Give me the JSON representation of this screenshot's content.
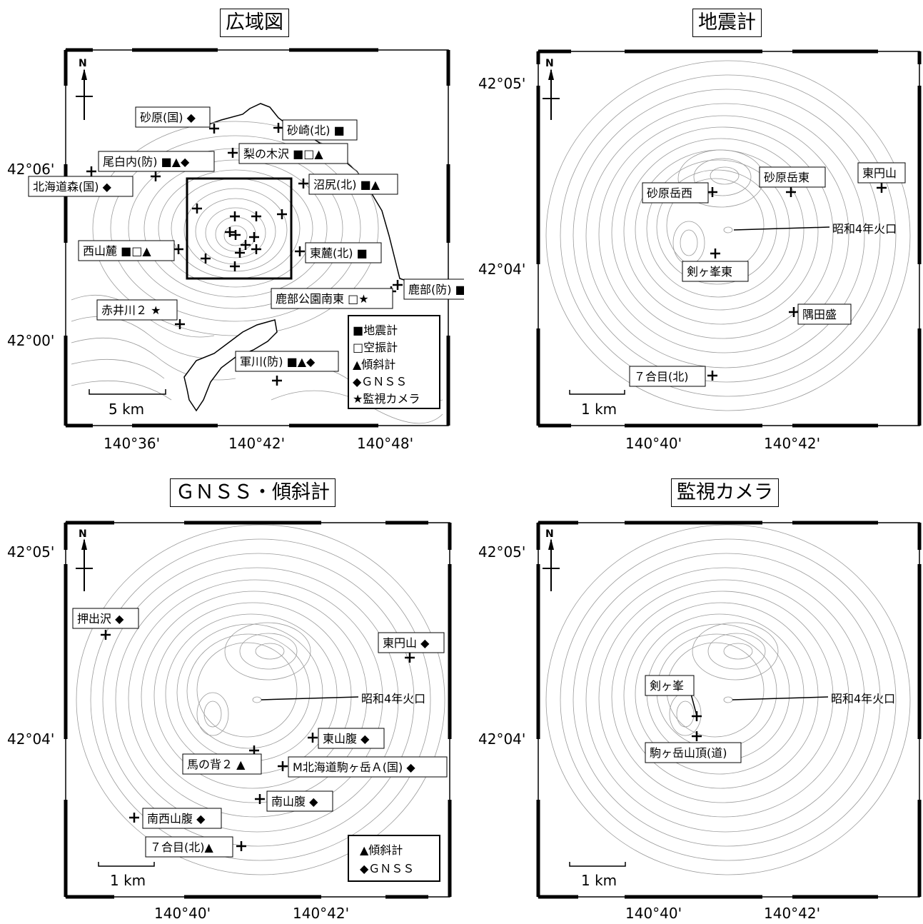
{
  "panels": [
    {
      "title": "広域図",
      "lat_labels": [
        "42°06'",
        "42°00'"
      ],
      "lon_labels": [
        "140°36'",
        "140°42'",
        "140°48'"
      ],
      "scale_bar": "5 km",
      "north_label": "N",
      "stations": [
        {
          "label": "砂原(国) ◆"
        },
        {
          "label": "砂崎(北) ■"
        },
        {
          "label": "梨の木沢 ■□▲"
        },
        {
          "label": "尾白内(防) ■▲◆"
        },
        {
          "label": "北海道森(国) ◆"
        },
        {
          "label": "沼尻(北) ■▲"
        },
        {
          "label": "西山麓 ■□▲"
        },
        {
          "label": "東麓(北) ■"
        },
        {
          "label": "鹿部(防) ■▲◆"
        },
        {
          "label": "鹿部公園南東 □★"
        },
        {
          "label": "赤井川２ ★"
        },
        {
          "label": "軍川(防) ■▲◆"
        }
      ],
      "legend": [
        "■地震計",
        "□空振計",
        "▲傾斜計",
        "◆ＧＮＳＳ",
        "★監視カメラ"
      ]
    },
    {
      "title": "地震計",
      "lat_labels": [
        "42°05'",
        "42°04'"
      ],
      "lon_labels": [
        "140°40'",
        "140°42'"
      ],
      "scale_bar": "1 km",
      "north_label": "N",
      "stations": [
        {
          "label": "砂原岳西"
        },
        {
          "label": "砂原岳東"
        },
        {
          "label": "東円山"
        },
        {
          "label": "剣ヶ峯東"
        },
        {
          "label": "隅田盛"
        },
        {
          "label": "７合目(北)"
        }
      ],
      "crater_label": "昭和4年火口"
    },
    {
      "title": "ＧＮＳＳ・傾斜計",
      "lat_labels": [
        "42°05'",
        "42°04'"
      ],
      "lon_labels": [
        "140°40'",
        "140°42'"
      ],
      "scale_bar": "1 km",
      "north_label": "N",
      "stations": [
        {
          "label": "押出沢 ◆"
        },
        {
          "label": "東円山 ◆"
        },
        {
          "label": "東山腹 ◆"
        },
        {
          "label": "馬の背２ ▲"
        },
        {
          "label": "M北海道駒ヶ岳Ａ(国) ◆"
        },
        {
          "label": "南山腹 ◆"
        },
        {
          "label": "南西山腹 ◆"
        },
        {
          "label": "７合目(北)▲"
        }
      ],
      "crater_label": "昭和4年火口",
      "legend": [
        "▲傾斜計",
        "◆ＧＮＳＳ"
      ]
    },
    {
      "title": "監視カメラ",
      "lat_labels": [
        "42°05'",
        "42°04'"
      ],
      "lon_labels": [
        "140°40'",
        "140°42'"
      ],
      "scale_bar": "1 km",
      "north_label": "N",
      "stations": [
        {
          "label": "剣ヶ峯"
        },
        {
          "label": "駒ヶ岳山頂(道)"
        }
      ],
      "crater_label": "昭和4年火口"
    }
  ],
  "colors": {
    "ink": "#000000",
    "contour": "#9a9a9a",
    "paper": "#ffffff"
  }
}
